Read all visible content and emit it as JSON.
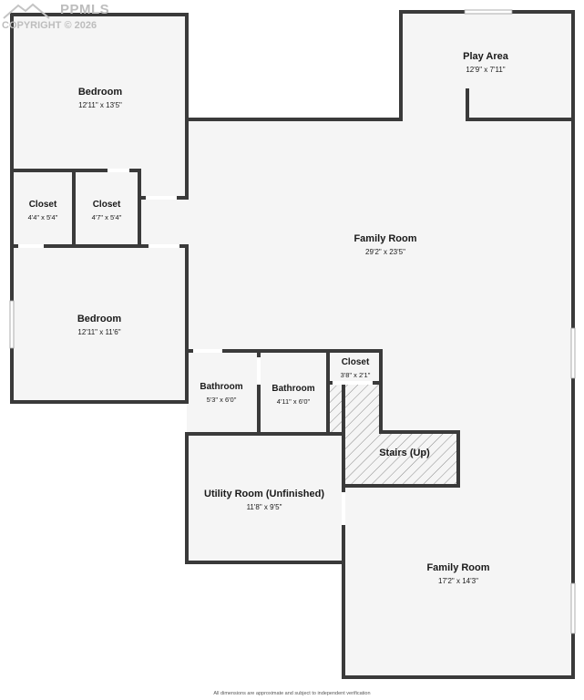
{
  "watermark": {
    "logo": "PPMLS",
    "copyright": "COPYRIGHT © 2026"
  },
  "rooms": {
    "bedroom_top": {
      "name": "Bedroom",
      "dims": "12'11\" x 13'5\""
    },
    "closet_left": {
      "name": "Closet",
      "dims": "4'4\" x 5'4\""
    },
    "closet_mid": {
      "name": "Closet",
      "dims": "4'7\" x 5'4\""
    },
    "bedroom_bottom": {
      "name": "Bedroom",
      "dims": "12'11\" x 11'6\""
    },
    "play_area": {
      "name": "Play Area",
      "dims": "12'9\" x 7'11\""
    },
    "family_room_main": {
      "name": "Family Room",
      "dims": "29'2\" x 23'5\""
    },
    "bathroom_left": {
      "name": "Bathroom",
      "dims": "5'3\" x 6'0\""
    },
    "bathroom_right": {
      "name": "Bathroom",
      "dims": "4'11\" x 6'0\""
    },
    "closet_small": {
      "name": "Closet",
      "dims": "3'8\" x 2'1\""
    },
    "stairs": {
      "name": "Stairs (Up)",
      "dims": ""
    },
    "utility_room": {
      "name": "Utility Room (Unfinished)",
      "dims": "11'8\" x 9'5\""
    },
    "family_room_lower": {
      "name": "Family Room",
      "dims": "17'2\" x 14'3\""
    }
  },
  "footer": {
    "disclaimer": "All dimensions are approximate and subject to independent verification"
  },
  "colors": {
    "wall": "#3a3a3a",
    "floor": "#f5f5f5",
    "window": "#ffffff",
    "hatch": "#8a8a8a"
  }
}
